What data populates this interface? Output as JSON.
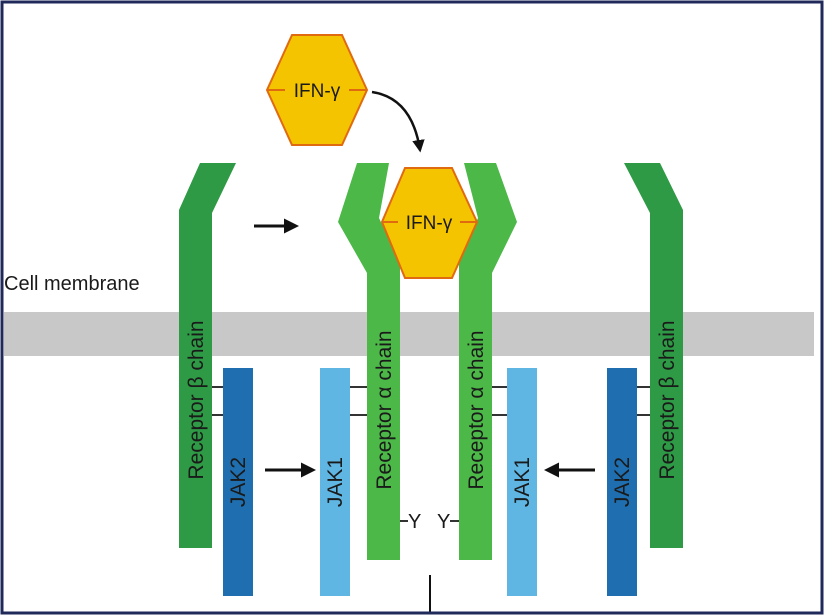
{
  "membrane": {
    "label": "Cell membrane"
  },
  "ligand": {
    "free_label": "IFN-γ",
    "bound_label": "IFN-γ"
  },
  "receptors": {
    "beta_left_label": "Receptor β chain",
    "alpha_left_label": "Receptor α chain",
    "alpha_right_label": "Receptor α chain",
    "beta_right_label": "Receptor β chain"
  },
  "kinases": {
    "jak2_left_label": "JAK2",
    "jak1_left_label": "JAK1",
    "jak1_right_label": "JAK1",
    "jak2_right_label": "JAK2"
  },
  "tyrosines": {
    "left_label": "Y",
    "right_label": "Y"
  },
  "colors": {
    "frame": "#1f2a5a",
    "membrane": "#c8c8c8",
    "beta_chain": "#2e9a45",
    "alpha_chain": "#4cb848",
    "jak2": "#1f6fb0",
    "jak1": "#5fb6e3",
    "ifn": "#f5c400",
    "ifn_border": "#e06a10"
  }
}
